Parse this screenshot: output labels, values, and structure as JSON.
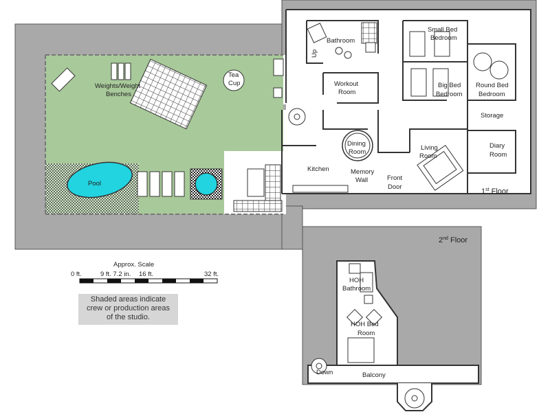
{
  "rooms": {
    "bathroom": "Bathroom",
    "up": "Up",
    "small_bed_1": "Small Bed",
    "small_bed_2": "Bedroom",
    "big_bed_1": "Big Bed",
    "big_bed_2": "Bedroom",
    "round_bed_1": "Round Bed",
    "round_bed_2": "Bedroom",
    "workout_1": "Workout",
    "workout_2": "Room",
    "weights_1": "Weights/Weight",
    "weights_2": "Benches",
    "tea_cup_1": "Tea",
    "tea_cup_2": "Cup",
    "storage": "Storage",
    "diary_1": "Diary",
    "diary_2": "Room",
    "dining_1": "Dining",
    "dining_2": "Room",
    "living_1": "Living",
    "living_2": "Room",
    "kitchen": "Kitchen",
    "memory_1": "Memory",
    "memory_2": "Wall",
    "front_1": "Front",
    "front_2": "Door",
    "pool": "Pool",
    "first_floor_num": "1",
    "first_floor_sup": "st",
    "first_floor_word": " Floor",
    "second_floor_num": "2",
    "second_floor_sup": "nd",
    "second_floor_word": " Floor",
    "hoh_bath_1": "HOH",
    "hoh_bath_2": "Bathroom",
    "hoh_bed_1": "HOH Bed",
    "hoh_bed_2": "Room",
    "down": "Down",
    "balcony": "Balcony"
  },
  "scale": {
    "title": "Approx. Scale",
    "tick_0": "0 ft.",
    "tick_1": "9 ft. 7.2 in.",
    "tick_2": "16 ft.",
    "tick_3": "32 ft."
  },
  "legend_note": {
    "line1": "Shaded areas indicate",
    "line2": "crew or production areas",
    "line3": "of the studio."
  },
  "colors": {
    "crew_area": "#a9a9a9",
    "garden": "#a8c99a",
    "pool": "#22d3e0",
    "wall": "#333333"
  }
}
